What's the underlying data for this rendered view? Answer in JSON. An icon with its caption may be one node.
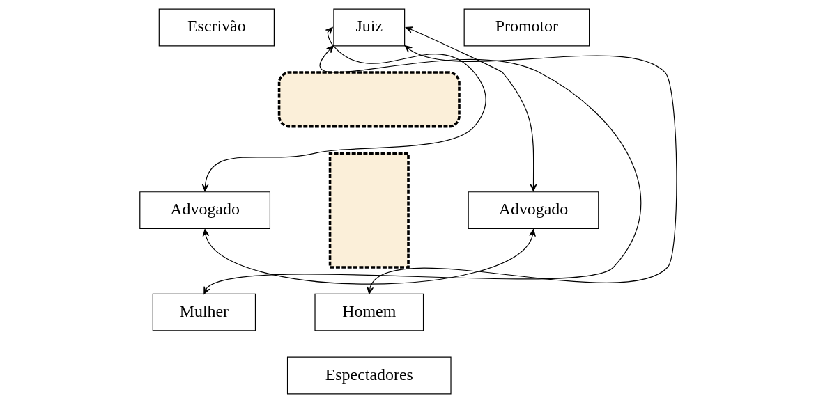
{
  "diagram": {
    "nodes": [
      {
        "text": [
          "Escrivão"
        ]
      },
      {
        "text": [
          "Juiz"
        ]
      },
      {
        "text": [
          "Promotor"
        ]
      },
      {
        "text": [],
        "shape": "box"
      },
      {
        "text": [
          "Advogado"
        ]
      },
      {
        "text": [],
        "shape": "box"
      },
      {
        "text": [
          "Advogado"
        ]
      },
      {
        "text": [
          "Mulher"
        ]
      },
      {
        "text": [
          "Homem"
        ]
      },
      {
        "text": [
          "Espectadores"
        ]
      }
    ],
    "edges": [
      {
        "from": 1,
        "to": 4,
        "arrow": "both"
      },
      {
        "from": 1,
        "to": 7,
        "arrow": "both"
      },
      {
        "from": 1,
        "to": 8,
        "arrow": "both"
      },
      {
        "from": 1,
        "to": 6,
        "arrow": "both"
      },
      {
        "from": 4,
        "to": 6,
        "arrow": "both"
      }
    ]
  }
}
